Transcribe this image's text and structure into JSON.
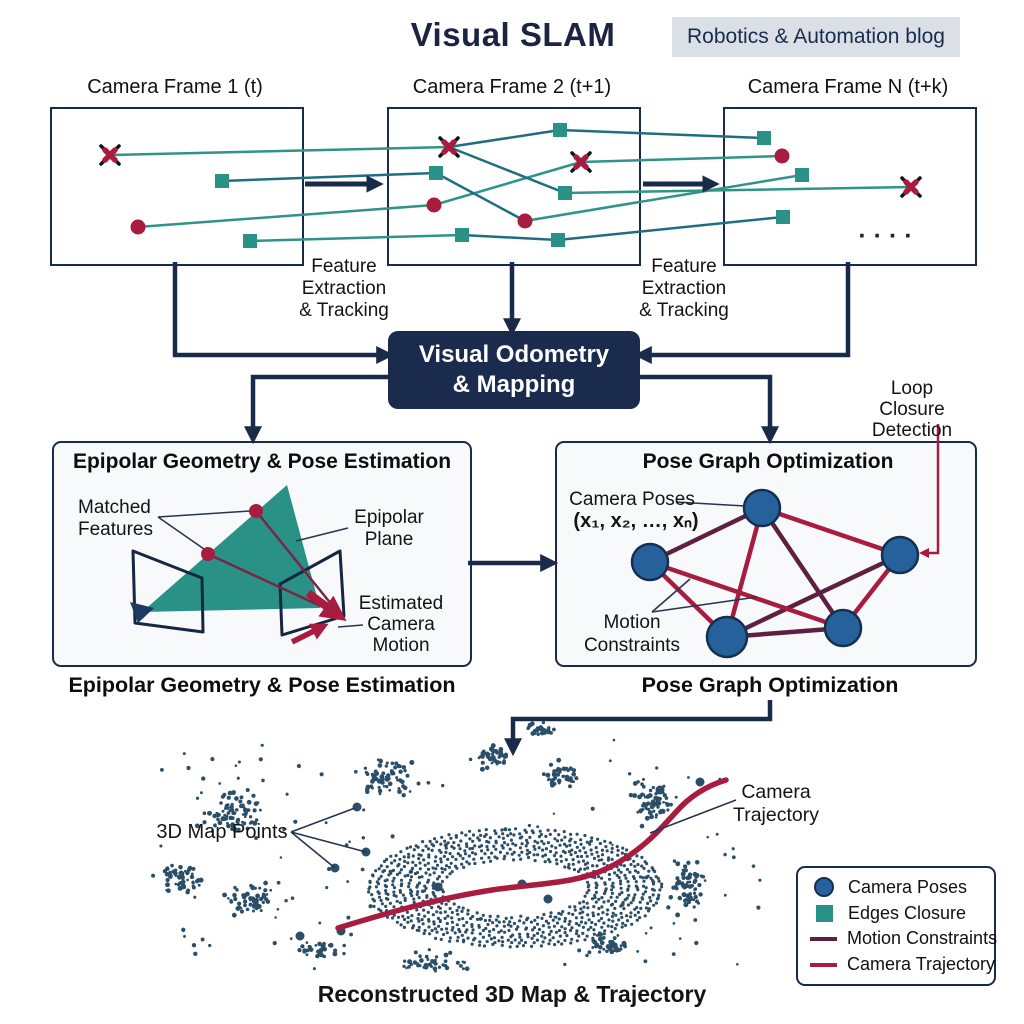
{
  "header": {
    "title": "Visual SLAM",
    "badge": "Robotics & Automation blog"
  },
  "frames": {
    "frame1_label": "Camera Frame 1 (t)",
    "frame2_label": "Camera Frame 2 (t+1)",
    "frame3_label": "Camera Frame N (t+k)",
    "ellipsis": "····"
  },
  "flow": {
    "feature_extraction_1": "Feature\nExtraction\n& Tracking",
    "feature_extraction_2": "Feature\nExtraction\n& Tracking",
    "visual_odometry": "Visual Odometry\n& Mapping",
    "loop_closure": "Loop Closure\nDetection"
  },
  "epipolar": {
    "title": "Epipolar Geometry & Pose Estimation",
    "matched_features": "Matched\nFeatures",
    "epipolar_plane": "Epipolar\nPlane",
    "estimated_motion": "Estimated\nCamera\nMotion",
    "caption": "Epipolar Geometry & Pose Estimation"
  },
  "pose_graph": {
    "title": "Pose Graph Optimization",
    "camera_poses": "Camera Poses",
    "poses_notation": "(x₁, x₂, …, xₙ)",
    "motion_constraints": "Motion\nConstraints",
    "caption": "Pose Graph Optimization"
  },
  "map": {
    "map_points": "3D Map Points",
    "trajectory": "Camera\nTrajectory",
    "caption": "Reconstructed 3D Map & Trajectory"
  },
  "legend": {
    "items": [
      {
        "label": "Camera Poses",
        "symbol": "camera-pose-circle-icon"
      },
      {
        "label": "Edges Closure",
        "symbol": "edges-closure-square-icon"
      },
      {
        "label": "Motion Constraints",
        "symbol": "motion-constraint-line-icon"
      },
      {
        "label": "Camera Trajectory",
        "symbol": "trajectory-line-icon"
      }
    ]
  },
  "colors": {
    "navy": "#1a2a4a",
    "box_fill": "#1b2b4d",
    "teal": "#2a9187",
    "teal_line": "#2e9486",
    "dark_teal_line": "#1f6e80",
    "crimson": "#a81c3f",
    "maroon": "#5e2040",
    "node_blue": "#27619b",
    "point_cloud": "#2b4f68",
    "badge_bg": "#dbe0e7",
    "panel_bg": "#f8f9fb"
  }
}
